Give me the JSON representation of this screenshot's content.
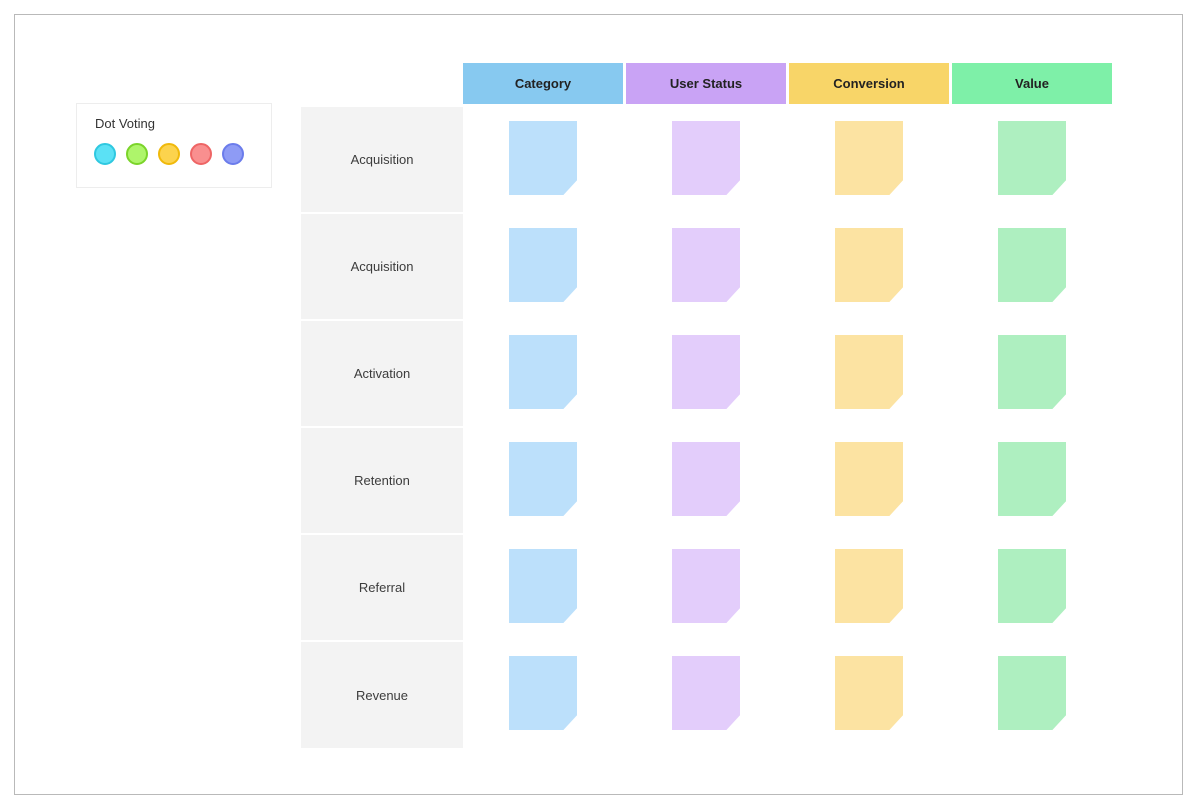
{
  "board": {
    "name": "affinity-matrix-board",
    "background_color": "#ffffff",
    "frame_border_color": "#b9b9b9"
  },
  "legend": {
    "title": "Dot Voting",
    "dots": [
      {
        "name": "vote-dot-cyan",
        "fill": "#5BE1F5",
        "border": "#2FC8E0"
      },
      {
        "name": "vote-dot-green",
        "fill": "#AEF56B",
        "border": "#7BD42A"
      },
      {
        "name": "vote-dot-yellow",
        "fill": "#FCD34D",
        "border": "#F0B90B"
      },
      {
        "name": "vote-dot-red",
        "fill": "#F98F8F",
        "border": "#EE6565"
      },
      {
        "name": "vote-dot-blue",
        "fill": "#8E9BF5",
        "border": "#6B7CEB"
      }
    ]
  },
  "matrix": {
    "columns": [
      {
        "label": "Category",
        "header_color": "#87C9F0",
        "note_color": "#BCE0FB"
      },
      {
        "label": "User Status",
        "header_color": "#C9A3F5",
        "note_color": "#E3CDFB"
      },
      {
        "label": "Conversion",
        "header_color": "#F8D568",
        "note_color": "#FCE3A2"
      },
      {
        "label": "Value",
        "header_color": "#7EF0A8",
        "note_color": "#AEEFC0"
      }
    ],
    "rows": [
      {
        "label": "Acquisition"
      },
      {
        "label": "Acquisition"
      },
      {
        "label": "Activation"
      },
      {
        "label": "Retention"
      },
      {
        "label": "Referral"
      },
      {
        "label": "Revenue"
      }
    ],
    "row_label_background": "#f3f3f3",
    "row_separator_color": "#ffffff",
    "notes": [
      {
        "row": 0,
        "column": 0,
        "text": ""
      },
      {
        "row": 0,
        "column": 1,
        "text": ""
      },
      {
        "row": 0,
        "column": 2,
        "text": ""
      },
      {
        "row": 0,
        "column": 3,
        "text": ""
      },
      {
        "row": 1,
        "column": 0,
        "text": ""
      },
      {
        "row": 1,
        "column": 1,
        "text": ""
      },
      {
        "row": 1,
        "column": 2,
        "text": ""
      },
      {
        "row": 1,
        "column": 3,
        "text": ""
      },
      {
        "row": 2,
        "column": 0,
        "text": ""
      },
      {
        "row": 2,
        "column": 1,
        "text": ""
      },
      {
        "row": 2,
        "column": 2,
        "text": ""
      },
      {
        "row": 2,
        "column": 3,
        "text": ""
      },
      {
        "row": 3,
        "column": 0,
        "text": ""
      },
      {
        "row": 3,
        "column": 1,
        "text": ""
      },
      {
        "row": 3,
        "column": 2,
        "text": ""
      },
      {
        "row": 3,
        "column": 3,
        "text": ""
      },
      {
        "row": 4,
        "column": 0,
        "text": ""
      },
      {
        "row": 4,
        "column": 1,
        "text": ""
      },
      {
        "row": 4,
        "column": 2,
        "text": ""
      },
      {
        "row": 4,
        "column": 3,
        "text": ""
      },
      {
        "row": 5,
        "column": 0,
        "text": ""
      },
      {
        "row": 5,
        "column": 1,
        "text": ""
      },
      {
        "row": 5,
        "column": 2,
        "text": ""
      },
      {
        "row": 5,
        "column": 3,
        "text": ""
      }
    ]
  }
}
